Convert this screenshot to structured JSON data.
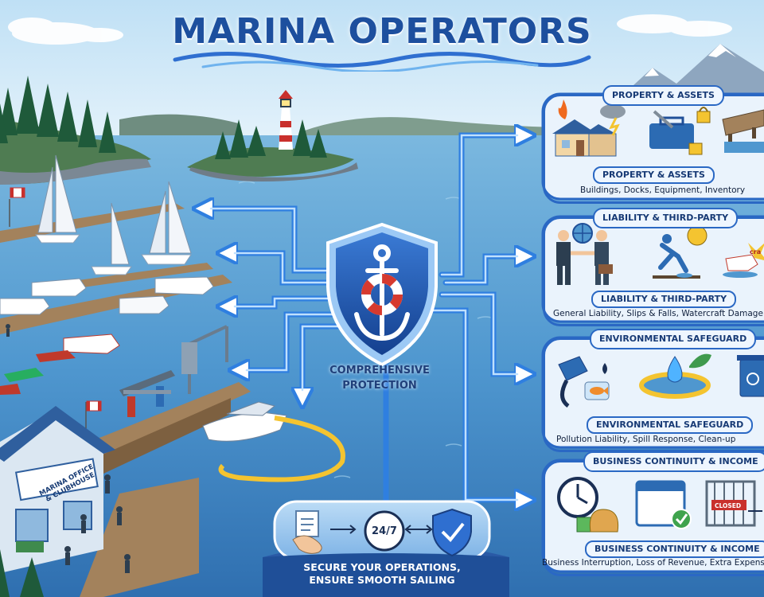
{
  "title": "MARINA OPERATORS",
  "center": {
    "label_line1": "COMPREHENSIVE",
    "label_line2": "PROTECTION"
  },
  "panels": [
    {
      "tab": "PROPERTY & ASSETS",
      "subtitle": "PROPERTY & ASSETS",
      "description": "Buildings, Docks, Equipment, Inventory",
      "icons": [
        "fire-icon",
        "storm-cloud-icon",
        "house-icon",
        "toolbox-icon",
        "padlock-icon",
        "dock-icon"
      ]
    },
    {
      "tab": "LIABILITY & THIRD-PARTY",
      "subtitle": "LIABILITY & THIRD-PARTY",
      "description": "General Liability, Slips & Falls, Watercraft Damage",
      "icons": [
        "handshake-icon",
        "globe-icon",
        "slip-fall-icon",
        "question-icon",
        "boat-crash-icon"
      ],
      "crash_text": "cra"
    },
    {
      "tab": "ENVIRONMENTAL SAFEGUARD",
      "subtitle": "ENVIRONMENTAL SAFEGUARD",
      "description": "Pollution Liability, Spill Response, Clean-up",
      "icons": [
        "fuel-nozzle-icon",
        "fish-icon",
        "water-drop-icon",
        "leaf-icon",
        "oil-boom-icon",
        "recycle-bin-icon"
      ]
    },
    {
      "tab": "BUSINESS CONTINUITY & INCOME",
      "subtitle": "BUSINESS CONTINUITY & INCOME",
      "description": "Business Interruption, Loss of Revenue, Extra Expense",
      "icons": [
        "clock-icon",
        "money-bag-icon",
        "calendar-check-icon",
        "closed-gate-icon"
      ],
      "closed_text": "CLOSED"
    }
  ],
  "bottom": {
    "line1": "SECURE YOUR OPERATIONS,",
    "line2": "ENSURE SMOOTH SAILING",
    "clock_text": "24/7",
    "icons": [
      "document-icon",
      "handshake-icon",
      "arrow-both-icon",
      "clock-24-7-icon",
      "shield-check-icon"
    ]
  },
  "scene": {
    "office_sign_line1": "MARINA OFFICE",
    "office_sign_line2": "& CLUBHOUSE"
  },
  "colors": {
    "title": "#1d4f9e",
    "arrow": "#2f7fe0",
    "panel_border": "#2a68c4",
    "water": "#3f89c8",
    "shield": "#2259b5"
  }
}
